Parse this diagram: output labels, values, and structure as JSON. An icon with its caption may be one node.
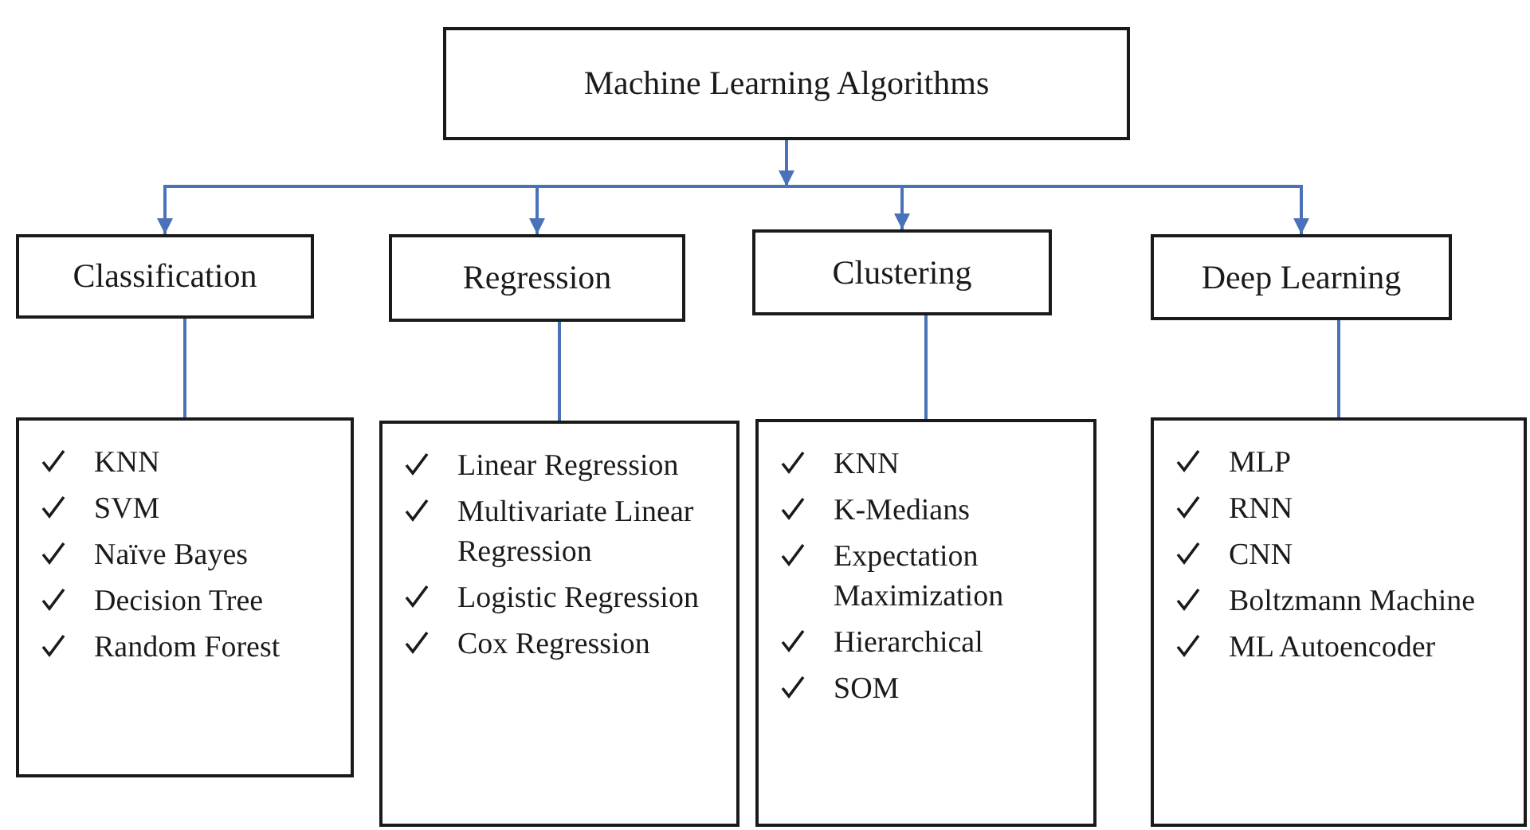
{
  "diagram": {
    "nodes": [
      {
        "text": [
          "Machine Learning Algorithms"
        ]
      },
      {
        "text": [
          "Classification"
        ]
      },
      {
        "text": [
          "Regression"
        ]
      },
      {
        "text": [
          "Clustering"
        ]
      },
      {
        "text": [
          "Deep Learning"
        ]
      },
      {
        "text": [
          "KNN",
          "SVM",
          "Naïve Bayes",
          "Decision Tree",
          "Random Forest"
        ]
      },
      {
        "text": [
          "Linear Regression",
          "Multivariate Linear Regression",
          "Logistic Regression",
          "Cox Regression"
        ]
      },
      {
        "text": [
          "KNN",
          "K-Medians",
          "Expectation Maximization",
          "Hierarchical",
          "SOM"
        ]
      },
      {
        "text": [
          "MLP",
          "RNN",
          "CNN",
          "Boltzmann Machine",
          "ML Autoencoder"
        ]
      }
    ],
    "edges": [
      {
        "from": 0,
        "to": 1,
        "arrow": "to"
      },
      {
        "from": 0,
        "to": 2,
        "arrow": "to"
      },
      {
        "from": 0,
        "to": 3,
        "arrow": "to"
      },
      {
        "from": 0,
        "to": 4,
        "arrow": "to"
      },
      {
        "from": 1,
        "to": 5,
        "arrow": "none"
      },
      {
        "from": 2,
        "to": 6,
        "arrow": "none"
      },
      {
        "from": 3,
        "to": 7,
        "arrow": "none"
      },
      {
        "from": 4,
        "to": 8,
        "arrow": "none"
      }
    ]
  }
}
